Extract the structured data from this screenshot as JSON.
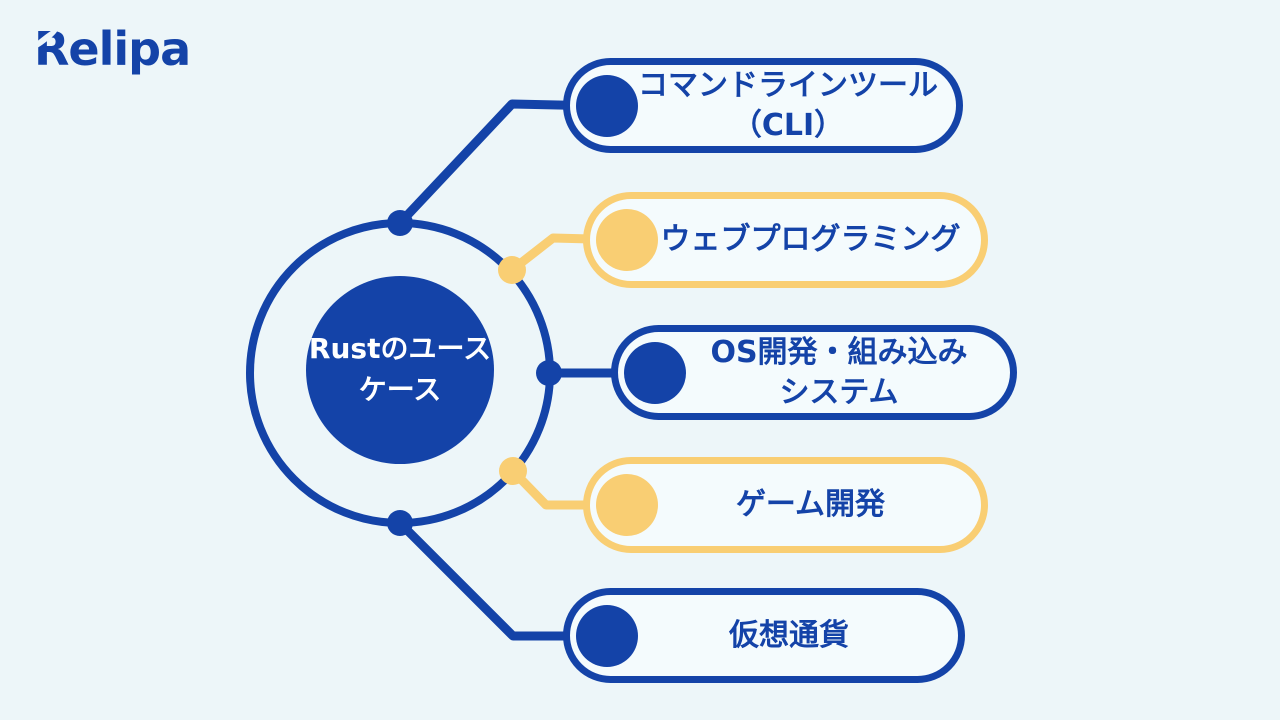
{
  "colors": {
    "blue": "#1443A8",
    "yellow": "#F9CE73",
    "background": "#EDF6F9",
    "pill_fill": "#F4FBFD",
    "text_light": "#FFFFFF"
  },
  "logo": {
    "text_r": "R",
    "text_rest": "elipa"
  },
  "center": {
    "line1": "Rustのユース",
    "line2": "ケース"
  },
  "pills": [
    {
      "id": "cli",
      "accent": "blue",
      "lines": [
        "コマンドラインツール",
        "（CLI）"
      ]
    },
    {
      "id": "web",
      "accent": "yellow",
      "lines": [
        "ウェブプログラミング"
      ]
    },
    {
      "id": "os",
      "accent": "blue",
      "lines": [
        "OS開発・組み込み",
        "システム"
      ]
    },
    {
      "id": "game",
      "accent": "yellow",
      "lines": [
        "ゲーム開発"
      ]
    },
    {
      "id": "crypto",
      "accent": "blue",
      "lines": [
        "仮想通貨"
      ]
    }
  ]
}
